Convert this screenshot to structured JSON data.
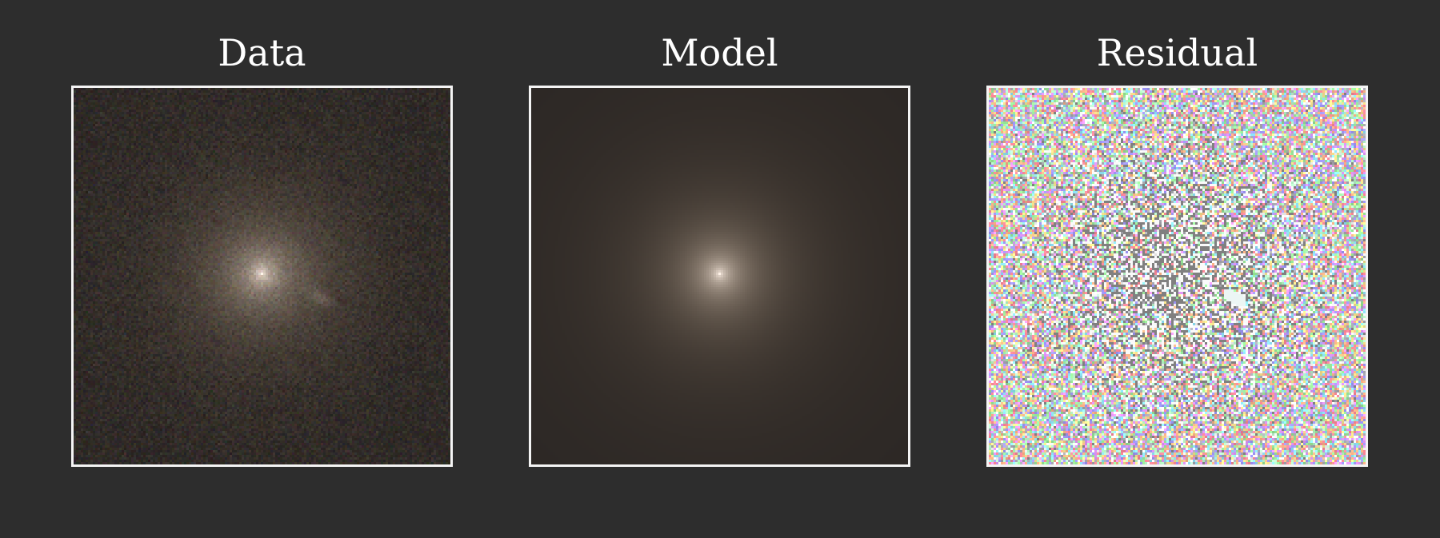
{
  "figure": {
    "panels": [
      {
        "title": "Data",
        "kind": "data"
      },
      {
        "title": "Model",
        "kind": "model"
      },
      {
        "title": "Residual",
        "kind": "residual"
      }
    ]
  },
  "colors": {
    "background": "#2d2d2d",
    "frame": "#f4f4f4",
    "title": "#ffffff",
    "core": "#fff2e8",
    "halo": "#2a2624"
  }
}
